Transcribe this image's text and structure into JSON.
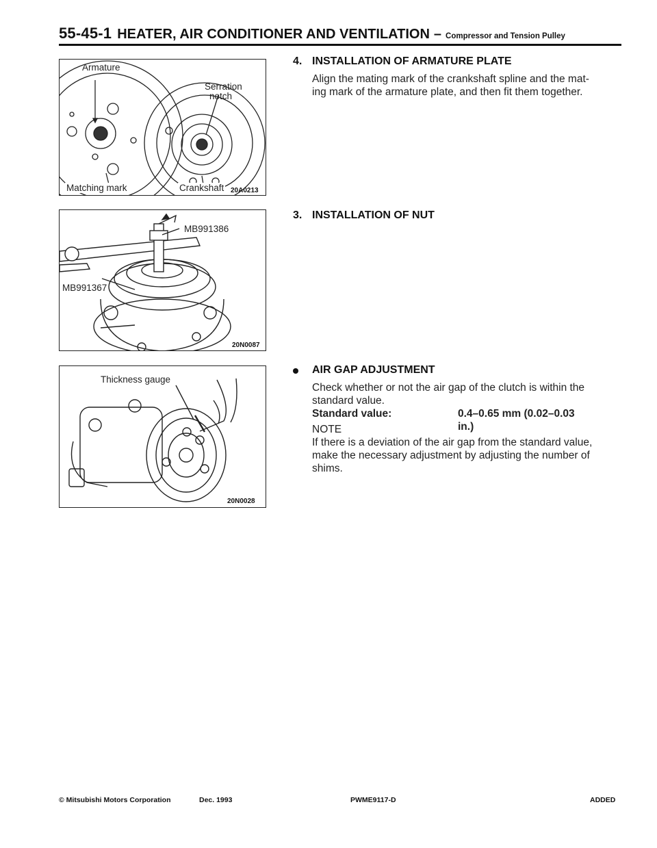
{
  "header": {
    "section_number": "55-45-1",
    "title": "HEATER, AIR CONDITIONER AND VENTILATION",
    "dash": "–",
    "subtitle": "Compressor and Tension Pulley"
  },
  "figures": [
    {
      "labels": {
        "armature": "Armature",
        "serration_line1": "Serration",
        "serration_line2": "notch",
        "matching_mark": "Matching mark",
        "crankshaft": "Crankshaft"
      },
      "code": "20A0213"
    },
    {
      "labels": {
        "tool_a": "MB991386",
        "tool_b": "MB991367"
      },
      "code": "20N0087"
    },
    {
      "labels": {
        "gauge": "Thickness gauge"
      },
      "code": "20N0028"
    }
  ],
  "sections": [
    {
      "number": "4.",
      "heading": "INSTALLATION OF ARMATURE PLATE",
      "lines": [
        "Align the mating mark of the crankshaft spline and the mat-",
        "ing mark of the armature plate, and then fit them together."
      ]
    },
    {
      "number": "3.",
      "heading": "INSTALLATION OF NUT"
    },
    {
      "heading": "AIR GAP ADJUSTMENT",
      "lines": [
        "Check whether or not the air gap of the clutch is within the",
        "standard value."
      ],
      "standard_label": "Standard value:",
      "standard_value": "0.4–0.65 mm (0.02–0.03 in.)",
      "note_label": "NOTE",
      "note_lines": [
        "If there is a deviation of the air gap from the standard value,",
        "make the necessary adjustment by adjusting the number of",
        "shims."
      ]
    }
  ],
  "footer": {
    "copyright": "© Mitsubishi Motors Corporation",
    "date": "Dec. 1993",
    "doc_code": "PWME9117-D",
    "status": "ADDED"
  }
}
